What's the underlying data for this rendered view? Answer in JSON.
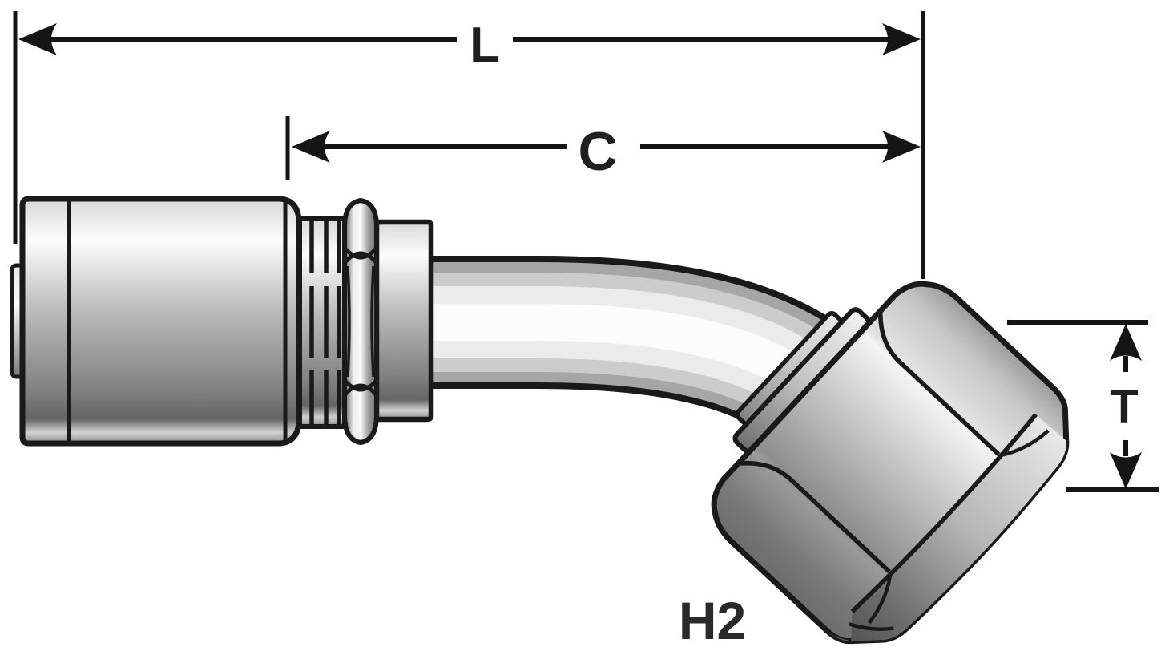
{
  "diagram": {
    "type": "technical-drawing",
    "subject": "45-degree bent tube hose coupling with female swivel hex nut",
    "dimension_l": "L",
    "dimension_c": "C",
    "dimension_t": "T",
    "part_code": "H2"
  },
  "colors": {
    "background": "#ffffff",
    "outline": "#1a1a1a",
    "label_text": "#1f1f1f",
    "metal_highlight": "#fcfcfc",
    "metal_mid": "#b8b8b8",
    "metal_dark": "#6a6a6a"
  }
}
